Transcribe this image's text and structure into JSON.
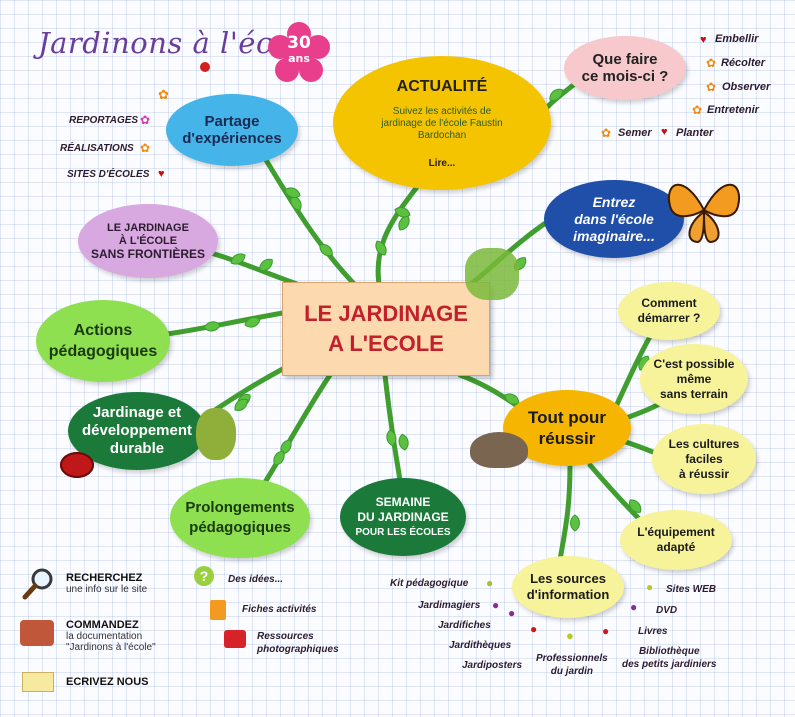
{
  "logo": {
    "text": "Jardinons à l'école",
    "badge_number": "30",
    "badge_unit": "ans"
  },
  "center": {
    "line1": "LE JARDINAGE",
    "line2": "A L'ECOLE"
  },
  "actualite": {
    "title": "ACTUALITÉ",
    "text": "Suivez les activités de jardinage de l'école Faustin Bardochan",
    "more": "Lire..."
  },
  "que_faire": {
    "line1": "Que faire",
    "line2": "ce mois-ci ?"
  },
  "month_actions": [
    "Embellir",
    "Récolter",
    "Observer",
    "Entretenir",
    "Semer",
    "Planter"
  ],
  "partage": {
    "line1": "Partage",
    "line2": "d'expériences"
  },
  "partage_items": [
    "REPORTAGES",
    "RÉALISATIONS",
    "SITES D'ÉCOLES"
  ],
  "frontieres": {
    "line1": "LE JARDINAGE",
    "line2": "À L'ÉCOLE",
    "line3": "SANS FRONTIÈRES"
  },
  "actions": {
    "line1": "Actions",
    "line2": "pédagogiques"
  },
  "durable": {
    "line1": "Jardinage et",
    "line2": "développement",
    "line3": "durable"
  },
  "prolongements": {
    "line1": "Prolongements",
    "line2": "pédagogiques"
  },
  "semaine": {
    "line1": "SEMAINE",
    "line2": "DU JARDINAGE",
    "line3": "POUR LES ÉCOLES"
  },
  "imaginaire": {
    "line1": "Entrez",
    "line2": "dans l'école",
    "line3": "imaginaire..."
  },
  "reussir": {
    "line1": "Tout pour",
    "line2": "réussir"
  },
  "comment": {
    "line1": "Comment",
    "line2": "démarrer ?"
  },
  "possible": {
    "line1": "C'est possible",
    "line2": "même",
    "line3": "sans terrain"
  },
  "cultures": {
    "line1": "Les cultures",
    "line2": "faciles",
    "line3": "à réussir"
  },
  "equipement": {
    "line1": "L'équipement",
    "line2": "adapté"
  },
  "sources": {
    "line1": "Les sources",
    "line2": "d'information"
  },
  "sources_left": [
    "Kit pédagogique",
    "Jardimagiers",
    "Jardifiches",
    "Jarditheques",
    "Jardiposters"
  ],
  "sources_left_display": [
    "Kit pédagogique",
    "Jardimagiers",
    "Jardifiches",
    "Jardithèques",
    "Jardiposters"
  ],
  "professionnels": {
    "line1": "Professionnels",
    "line2": "du jardin"
  },
  "sources_right": [
    "Sites WEB",
    "DVD",
    "Livres"
  ],
  "bibliotheque": {
    "line1": "Bibliothèque",
    "line2": "des petits jardiniers"
  },
  "ideas": [
    "Des idées...",
    "Fiches activités",
    "Ressources",
    "photographiques"
  ],
  "bottom": {
    "search_title": "RECHERCHEZ",
    "search_sub": "une info sur le site",
    "order_title": "COMMANDEZ",
    "order_sub1": "la documentation",
    "order_sub2": "\"Jardinons à l'école\"",
    "write_title": "ECRIVEZ NOUS"
  },
  "colors": {
    "vine": "#5cc040",
    "vine_dark": "#2e8a22",
    "center_bg": "#fdd9b0",
    "center_text": "#c2202b",
    "blue": "#1f4fa8",
    "green_dark": "#1b7a3a",
    "lime": "#8ee050",
    "yellow": "#f7f39a",
    "orange": "#f5b500",
    "pink": "#f7c9cc",
    "lilac": "#d8a8e0"
  }
}
